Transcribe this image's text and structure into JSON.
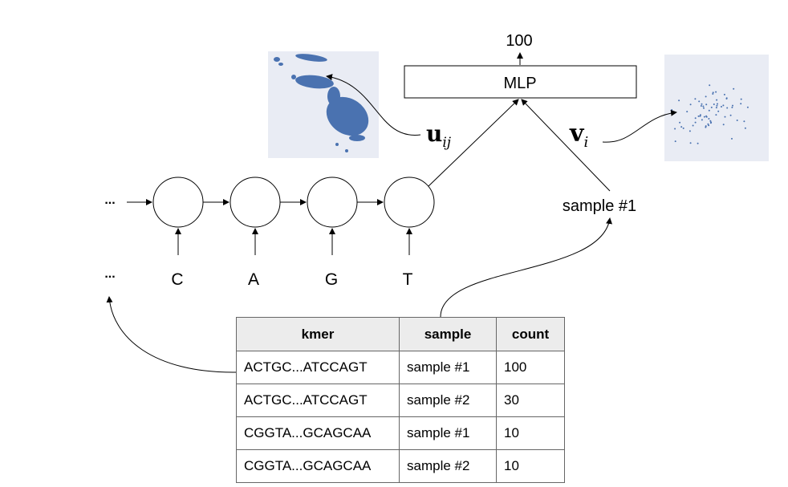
{
  "diagram": {
    "ellipsis_top": "...",
    "ellipsis_bottom": "...",
    "nucleotides": [
      "C",
      "A",
      "G",
      "T"
    ],
    "mlp_label": "MLP",
    "output_label": "100",
    "sample_label": "sample #1",
    "u_symbol": "u",
    "u_subscript": "ij",
    "v_symbol": "v",
    "v_subscript": "i",
    "accent_color": "#4a72b0"
  },
  "table": {
    "headers": [
      "kmer",
      "sample",
      "count"
    ],
    "rows": [
      [
        "ACTGC...ATCCAGT",
        "sample #1",
        "100"
      ],
      [
        "ACTGC...ATCCAGT",
        "sample #2",
        "30"
      ],
      [
        "CGGTA...GCAGCAA",
        "sample #1",
        "10"
      ],
      [
        "CGGTA...GCAGCAA",
        "sample #2",
        "10"
      ]
    ]
  }
}
